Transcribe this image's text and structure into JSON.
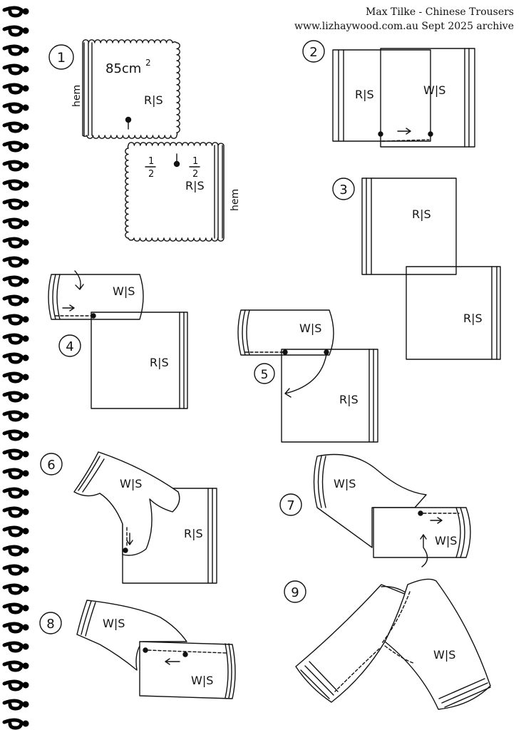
{
  "header": {
    "title": "Max Tilke - Chinese Trousers",
    "source": "www.lizhaywood.com.au   Sept 2025 archive"
  },
  "labels": {
    "rs": "R|S",
    "ws": "W|S",
    "hem": "hem",
    "area": "85cm",
    "area_exp": "2",
    "half": "1",
    "half_den": "2"
  },
  "steps": [
    "1",
    "2",
    "3",
    "4",
    "5",
    "6",
    "7",
    "8",
    "9"
  ],
  "colors": {
    "ink": "#111111",
    "binding": "#000000"
  }
}
